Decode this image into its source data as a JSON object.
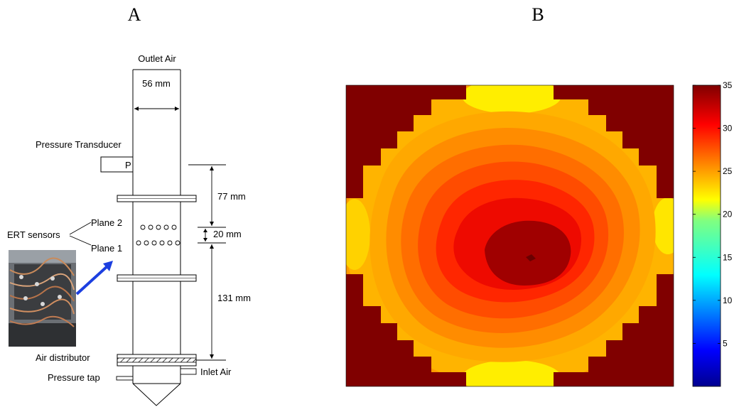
{
  "panels": {
    "a_label": "A",
    "b_label": "B"
  },
  "diagram": {
    "outlet_air": "Outlet Air",
    "diameter": "56 mm",
    "pressure_transducer": "Pressure Transducer",
    "transducer_box": "P",
    "dim_top": "77 mm",
    "dim_mid": "20 mm",
    "dim_bottom": "131 mm",
    "plane2": "Plane 2",
    "plane1": "Plane 1",
    "ert_sensors": "ERT sensors",
    "air_distributor": "Air distributor",
    "inlet_air": "Inlet Air",
    "pressure_tap": "Pressure tap"
  },
  "heatmap": {
    "colorbar_ticks": [
      "35",
      "30",
      "25",
      "20",
      "15",
      "10",
      "5"
    ],
    "colorbar_range": [
      0,
      35
    ]
  }
}
